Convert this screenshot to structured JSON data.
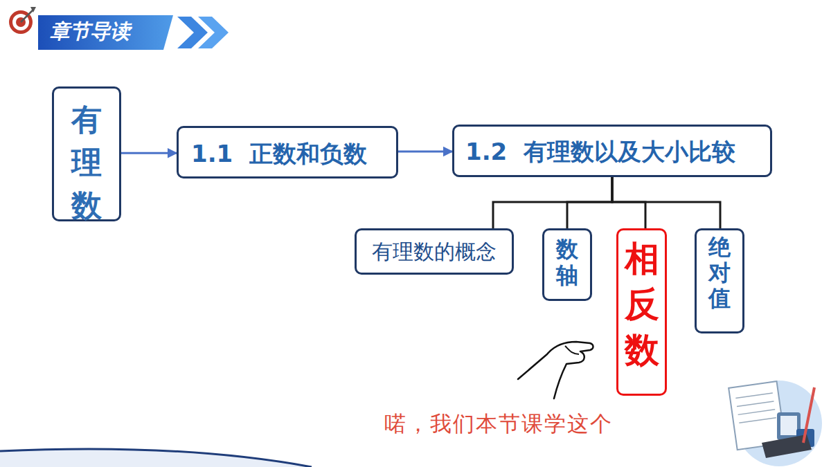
{
  "diagram": {
    "title": "章节导读",
    "nodes": [
      {
        "text": [
          "有理数"
        ]
      },
      {
        "text": [
          "1.1 正数和负数"
        ]
      },
      {
        "text": [
          "1.2 有理数以及大小比较"
        ]
      },
      {
        "text": [
          "有理数的概念"
        ]
      },
      {
        "text": [
          "数轴"
        ]
      },
      {
        "text": [
          "相反数"
        ]
      },
      {
        "text": [
          "绝对值"
        ]
      }
    ],
    "edges": [
      {
        "from": 0,
        "to": 1,
        "arrow": "to"
      },
      {
        "from": 1,
        "to": 2,
        "arrow": "to"
      },
      {
        "from": 2,
        "to": 3,
        "arrow": "none"
      },
      {
        "from": 2,
        "to": 4,
        "arrow": "none"
      },
      {
        "from": 2,
        "to": 5,
        "arrow": "none"
      },
      {
        "from": 2,
        "to": 6,
        "arrow": "none"
      }
    ],
    "labels": [
      "喏，我们本节课学这个"
    ]
  }
}
